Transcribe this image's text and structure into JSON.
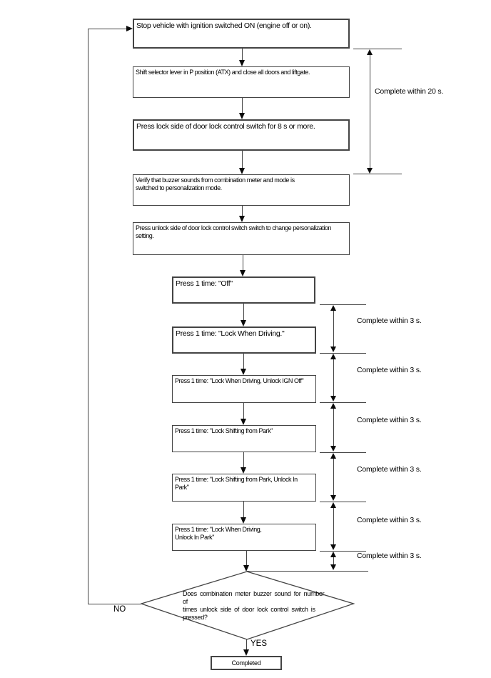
{
  "flowchart": {
    "steps": [
      "Stop vehicle with ignition switched ON (engine off or on).",
      "Shift selector lever in P position (ATX) and close all doors and liftgate.",
      "Press lock side of door lock control switch for 8 s or more.",
      "Verify that buzzer sounds from combination meter and mode is\nswitched to personalization mode.",
      "Press unlock side of door lock control switch switch to change personalization\nsetting.",
      "Press 1 time: \"Off\"",
      "Press 1 time: \"Lock When Driving.\"",
      "Press 1 time: \"Lock When Driving, Unlock IGN Off\"",
      "Press 1 time: \"Lock Shifting from Park\"",
      "Press 1 time: \"Lock Shifting from Park, Unlock In\nPark\"",
      "Press 1 time: \"Lock When Driving,\nUnlock In Park\""
    ],
    "decision": "Does combination meter buzzer sound for number of\ntimes unlock side of door lock control switch is\npressed?",
    "terminal": "Completed",
    "no_label": "NO",
    "yes_label": "YES",
    "timing_20s": "Complete within 20 s.",
    "timing_3s": "Complete within 3 s."
  },
  "colors": {
    "line": "#444444",
    "arrowhead": "#0a0a0a",
    "text": "#000000",
    "background": "#ffffff"
  }
}
